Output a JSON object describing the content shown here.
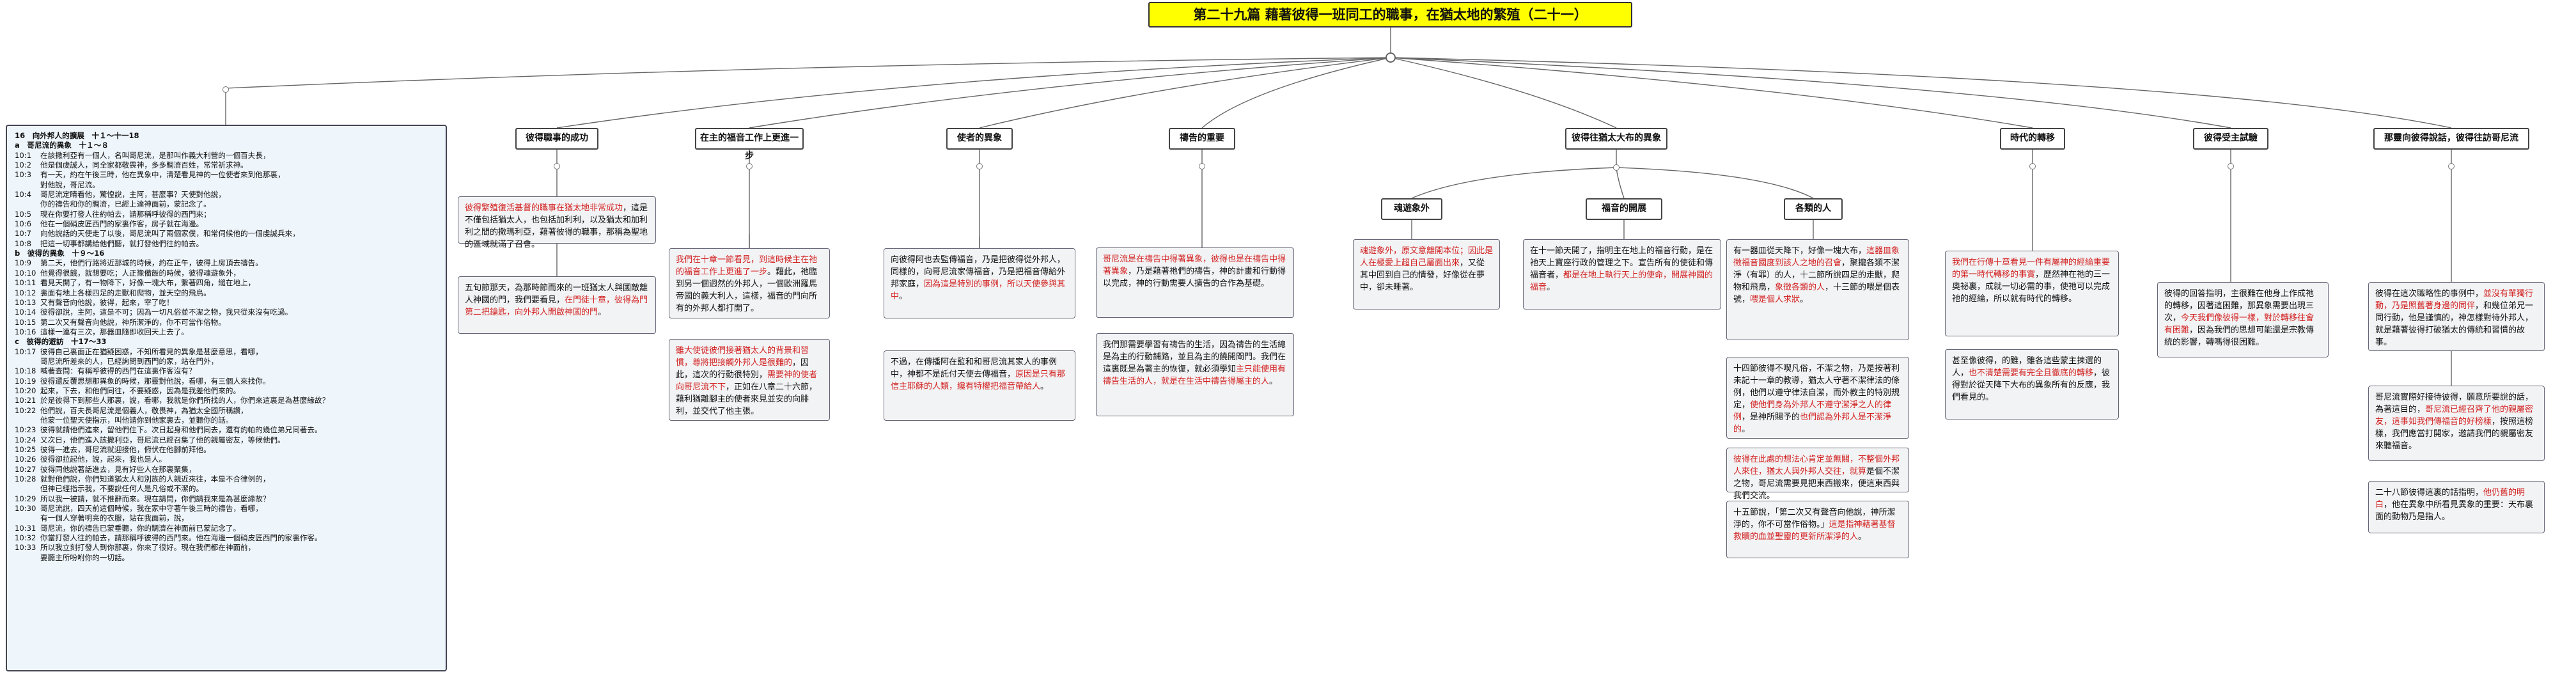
{
  "title": "第二十九篇 藉著彼得一班同工的職事，在猶太地的繁殖（二十一）",
  "outline": {
    "heading": "16　向外邦人的擴展　十１～十一18",
    "sections": [
      {
        "label": "a　哥尼流的異象　十１～８",
        "verses": [
          {
            "n": "10:1",
            "t": "在該撒利亞有一個人，名叫哥尼流，是那叫作義大利營的一個百夫長，"
          },
          {
            "n": "10:2",
            "t": "他是個虔誠人，同全家都敬畏神，多多賙濟百姓，常常祈求神。"
          },
          {
            "n": "10:3",
            "t": "有一天，約在午後三時，他在異象中，清楚看見神的一位使者來到他那裏，"
          },
          {
            "n": "",
            "t": "對他說，哥尼流。"
          },
          {
            "n": "10:4",
            "t": "哥尼流定睛看他，驚惶說，主阿，甚麼事？天使對他說，"
          },
          {
            "n": "",
            "t": "你的禱告和你的賙濟，已經上達神面前，蒙記念了。"
          },
          {
            "n": "10:5",
            "t": "現在你要打發人往約帕去，請那稱呼彼得的西門來；"
          },
          {
            "n": "10:6",
            "t": "他在一個硝皮匠西門的家裏作客，房子就在海邊。"
          },
          {
            "n": "10:7",
            "t": "向他說話的天使走了以後，哥尼流叫了兩個家僕，和常伺候他的一個虔誠兵來，"
          },
          {
            "n": "10:8",
            "t": "把這一切事都講給他們聽，就打發他們往約帕去。"
          }
        ]
      },
      {
        "label": "b　彼得的異象　十９～16",
        "verses": [
          {
            "n": "10:9",
            "t": "第二天，他們行路將近那城的時候，約在正午，彼得上房頂去禱告。"
          },
          {
            "n": "10:10",
            "t": "他覺得很餓，就想要吃；人正豫備飯的時候，彼得魂遊象外，"
          },
          {
            "n": "10:11",
            "t": "看見天開了，有一物降下，好像一塊大布，繫著四角，縋在地上，"
          },
          {
            "n": "10:12",
            "t": "裏面有地上各樣四足的走獸和爬物，並天空的飛鳥。"
          },
          {
            "n": "10:13",
            "t": "又有聲音向他說，彼得，起來，宰了吃！"
          },
          {
            "n": "10:14",
            "t": "彼得卻說，主阿，這是不可；因為一切凡俗並不潔之物，我只從來沒有吃過。"
          },
          {
            "n": "10:15",
            "t": "第二次又有聲音向他說，神所潔淨的，你不可當作俗物。"
          },
          {
            "n": "10:16",
            "t": "這樣一連有三次，那器皿隨即收回天上去了。"
          }
        ]
      },
      {
        "label": "c　彼得的遊訪　十17～33",
        "verses": [
          {
            "n": "10:17",
            "t": "彼得自己裏面正在猶疑困惑，不知所看見的異象是甚麼意思，看哪，"
          },
          {
            "n": "",
            "t": "哥尼流所差來的人，已經詢問到西門的家，站在門外，"
          },
          {
            "n": "10:18",
            "t": "喊著查問：有稱呼彼得的西門在這裏作客沒有？"
          },
          {
            "n": "10:19",
            "t": "彼得還反覆思想那異象的時候，那靈對他說，看哪，有三個人來找你。"
          },
          {
            "n": "10:20",
            "t": "起來，下去，和他們同往，不要疑惑，因為是我差他們來的。"
          },
          {
            "n": "10:21",
            "t": "於是彼得下到那些人那裏，說，看哪，我就是你們所找的人，你們來這裏是為甚麼緣故？"
          },
          {
            "n": "10:22",
            "t": "他們說，百夫長哥尼流是個義人，敬畏神，為猶太全國所稱讚，"
          },
          {
            "n": "",
            "t": "他蒙一位聖天使指示，叫他請你到他家裏去，並聽你的話。"
          },
          {
            "n": "10:23",
            "t": "彼得就請他們進來，留他們住下。次日起身和他們同去，還有約帕的幾位弟兄同著去。"
          },
          {
            "n": "10:24",
            "t": "又次日，他們進入該撒利亞，哥尼流已經召集了他的親屬密友，等候他們。"
          },
          {
            "n": "10:25",
            "t": "彼得一進去，哥尼流就迎接他，俯伏在他腳前拜他。"
          },
          {
            "n": "10:26",
            "t": "彼得卻拉起他，說，起來，我也是人。"
          },
          {
            "n": "10:27",
            "t": "彼得同他說著話進去，見有好些人在那裏聚集，"
          },
          {
            "n": "10:28",
            "t": "就對他們說，你們知道猶太人和別族的人親近來往，本是不合律例的，"
          },
          {
            "n": "",
            "t": "但神已經指示我，不要說任何人是凡俗或不潔的。"
          },
          {
            "n": "10:29",
            "t": "所以我一被請，就不推辭而來。現在請問，你們請我來是為甚麼緣故？"
          },
          {
            "n": "10:30",
            "t": "哥尼流說，四天前這個時候，我在家中守著午後三時的禱告，看哪，"
          },
          {
            "n": "",
            "t": "有一個人穿著明亮的衣服，站在我面前，說，"
          },
          {
            "n": "10:31",
            "t": "哥尼流，你的禱告已蒙垂聽，你的賙濟在神面前已蒙記念了。"
          },
          {
            "n": "10:32",
            "t": "你當打發人往約帕去，請那稱呼彼得的西門來。他在海邊一個硝皮匠西門的家裏作客。"
          },
          {
            "n": "10:33",
            "t": "所以我立刻打發人到你那裏，你來了很好。現在我們都在神面前，"
          },
          {
            "n": "",
            "t": "要聽主所吩咐你的一切話。"
          }
        ]
      }
    ]
  },
  "branches": [
    {
      "heading": "彼得職事的成功",
      "notes": [
        {
          "parts": [
            {
              "red": true,
              "t": "彼得繁殖復活基督的職事在猶太地非常成功"
            },
            {
              "red": false,
              "t": "，這是不僅包括猶太人，也包括加利利，以及猶太和加利利之間的撒瑪利亞，藉著彼得的職事，那稱為聖地的區域就滿了召會。"
            }
          ]
        },
        {
          "parts": [
            {
              "red": false,
              "t": "五旬節那天，為那時節而來的一班猶太人與國敵離人神國的門，我們要看見，"
            },
            {
              "red": true,
              "t": "在門徒十章，彼得為門第二把鑰匙，向外邦人開啟神國的門"
            },
            {
              "red": false,
              "t": "。"
            }
          ]
        }
      ]
    },
    {
      "heading": "在主的福音工作上更進一步",
      "notes": [
        {
          "parts": [
            {
              "red": true,
              "t": "我們在十章一節看見，到這時候主在祂的福音工作上更進了一步"
            },
            {
              "red": false,
              "t": "。藉此，祂臨到另一個迥然的外邦人，一個歐洲羅馬帝國的義大利人，這樣，福音的門向所有的外邦人都打開了。"
            }
          ]
        },
        {
          "parts": [
            {
              "red": true,
              "t": "雖大使徒彼們接著猶太人的背景和習慣，尊將把接觸外邦人是很難的"
            },
            {
              "red": false,
              "t": "，因此，這次的行動很特別，"
            },
            {
              "red": true,
              "t": "需要神的使者向哥尼流不下"
            },
            {
              "red": false,
              "t": "，正如在八章二十六節，藉利猶離腳主的使者來見並安的向腓利，並交代了他主張。"
            }
          ]
        }
      ]
    },
    {
      "heading": "使者的異象",
      "notes": [
        {
          "parts": [
            {
              "red": false,
              "t": "向彼得阿也去監傳福音，乃是把彼得從外邦人，同樣的，向哥尼流家傳福音，乃是把福音傳給外邦家庭，"
            },
            {
              "red": true,
              "t": "因為這是特別的事例，所以天使參與其中"
            },
            {
              "red": false,
              "t": "。"
            }
          ]
        },
        {
          "parts": [
            {
              "red": false,
              "t": "不過，在傳播阿在監和和哥尼流其家人的事例中，神都不是託付天使去傳福音，"
            },
            {
              "red": true,
              "t": "原因是只有那信主耶穌的人類，纔有特權把福音帶給人"
            },
            {
              "red": false,
              "t": "。"
            }
          ]
        }
      ]
    },
    {
      "heading": "禱告的重要",
      "notes": [
        {
          "parts": [
            {
              "red": true,
              "t": "哥尼流是在禱告中得著異象，彼得也是在禱告中得著異象"
            },
            {
              "red": false,
              "t": "，乃是藉著祂們的禱告，神的計畫和行動得以完成，神的行動需要人擴告的合作為基礎。"
            }
          ]
        },
        {
          "parts": [
            {
              "red": false,
              "t": "我們那需要學習有禱告的生活，因為禱告的生活總是為主的行動鋪路，並且為主的饒開閘門。我們在這裏既是為著主的恢復，就必須學知"
            },
            {
              "red": true,
              "t": "主只能使用有禱告生活的人，就是在生活中禱告得屬主的人"
            },
            {
              "red": false,
              "t": "。"
            }
          ]
        }
      ]
    },
    {
      "heading": "時代的轉移",
      "notes": [
        {
          "parts": [
            {
              "red": true,
              "t": "我們在行傳十章看見一件有屬神的經綸重要的第一時代轉移的事實"
            },
            {
              "red": false,
              "t": "，歷然神在祂的三一奧祕裏，成就一切必需的事，使祂可以完成祂的經綸，所以就有時代的轉移。"
            }
          ]
        },
        {
          "parts": [
            {
              "red": false,
              "t": "甚至像彼得，"
            },
            {
              "red": false,
              "t": "的雖，雖各這些蒙主揀選的人，"
            },
            {
              "red": true,
              "t": "也不清楚需要有完全且徹底的轉移"
            },
            {
              "red": false,
              "t": "，彼得對於從天降下大布的異象所有的反應，我們看見的。"
            }
          ]
        }
      ]
    },
    {
      "heading": "彼得受主試驗",
      "notes": [
        {
          "parts": [
            {
              "red": false,
              "t": "彼得的回答指明，主很難在他身上作成祂的轉移，因著這困難，那異象需要出現三次，"
            },
            {
              "red": true,
              "t": "今天我們像彼得一樣，對於轉移往會有困難"
            },
            {
              "red": false,
              "t": "，因為我們的思想可能還是宗教傳統的影響，轉嗎得很困難。"
            }
          ]
        }
      ]
    },
    {
      "heading": "那靈向彼得說話，彼得往訪哥尼流",
      "notes": [
        {
          "parts": [
            {
              "red": false,
              "t": "彼得在這次職略性的事例中，"
            },
            {
              "red": true,
              "t": "並沒有單獨行動，乃是照舊著身邊的同伴"
            },
            {
              "red": false,
              "t": "，和幾位弟兄一同行動，他是謹慎的，神怎樣對待外邦人，就是藉著彼得打破猶太的傳統和習慣的故事。"
            }
          ]
        },
        {
          "parts": [
            {
              "red": false,
              "t": "哥尼流實際好接待彼得，願意所要說的話，為著這目的，"
            },
            {
              "red": true,
              "t": "哥尼流已經召齊了他的親屬密友，這事如我們傳福音的好榜樣"
            },
            {
              "red": false,
              "t": "，按照這榜樣，我們應當打開家，邀請我們的親屬密友來聽福音。"
            }
          ]
        },
        {
          "parts": [
            {
              "red": false,
              "t": "二十八節彼得這裏的話指明，"
            },
            {
              "red": true,
              "t": "他仍舊的明白"
            },
            {
              "red": false,
              "t": "，他在異象中所看見異象的重要：天布裏面的動物乃是指人。"
            }
          ]
        }
      ]
    }
  ],
  "sub_branch": {
    "heading": "彼得往猶太大布的異象",
    "children": [
      {
        "heading": "魂遊象外",
        "notes": [
          {
            "parts": [
              {
                "red": true,
                "t": "魂遊象外，原文意離開本位；因此是人在極愛上超自己屬面出來"
              },
              {
                "red": false,
                "t": "，又從其中回到自己的情發，好像從在夢中，卻未睡著。"
              }
            ]
          }
        ]
      },
      {
        "heading": "福音的開展",
        "notes": [
          {
            "parts": [
              {
                "red": false,
                "t": "在十一節天開了，指明主在地上的福音行動，是在祂天上寶座行政的管理之下。宣告所有的使徒和傳福音者，"
              },
              {
                "red": true,
                "t": "都是在地上執行天上的使命，開展神國的福音"
              },
              {
                "red": false,
                "t": "。"
              }
            ]
          }
        ]
      },
      {
        "heading": "各類的人",
        "notes": [
          {
            "parts": [
              {
                "red": false,
                "t": "有一器皿從天降下，好像一塊大布，"
              },
              {
                "red": true,
                "t": "這器皿象徵福音國度到該人之地的召會"
              },
              {
                "red": false,
                "t": "，聚攏各類不潔淨（有罪）的人，十二節所說四足的走獸，爬物和飛鳥，"
              },
              {
                "red": true,
                "t": "象徵各類的人"
              },
              {
                "red": false,
                "t": "，十三節的喂是個表號，"
              },
              {
                "red": true,
                "t": "喂是個人求狀"
              },
              {
                "red": false,
                "t": "。"
              }
            ]
          },
          {
            "parts": [
              {
                "red": false,
                "t": "十四節彼得不喫凡俗，不潔之物，乃是按著利未記十一章的教導，猶太人守著不潔律法的條例，他們以遵守律法自潔，而外教主的特別規定，"
              },
              {
                "red": true,
                "t": "使他們身為外邦人不遵守潔淨之人的律例"
              },
              {
                "red": false,
                "t": "，是神所賜予的"
              },
              {
                "red": true,
                "t": "也們認為外邦人是不潔淨的"
              },
              {
                "red": false,
                "t": "。"
              }
            ]
          },
          {
            "parts": [
              {
                "red": true,
                "t": "彼得在此處的想法心肯定並無關，不整個外邦人來住，猶太人與外邦人交往，就算"
              },
              {
                "red": false,
                "t": "是個不潔之物，哥尼流需要見把東西搬來，便這東西與我們交流。"
              }
            ]
          },
          {
            "parts": [
              {
                "red": false,
                "t": "十五節說，「第二次又有聲音向他說，神所潔淨的，你不可當作俗物。」"
              },
              {
                "red": true,
                "t": "這是指神藉著基督救贖的血並聖靈的更新所潔淨的人"
              },
              {
                "red": false,
                "t": "。"
              }
            ]
          }
        ]
      }
    ]
  },
  "colors": {
    "title_bg": "#ffff00",
    "accent_red": "#d32222",
    "note_bg": "#f2f3f4",
    "outline_bg": "#eef5fb"
  }
}
